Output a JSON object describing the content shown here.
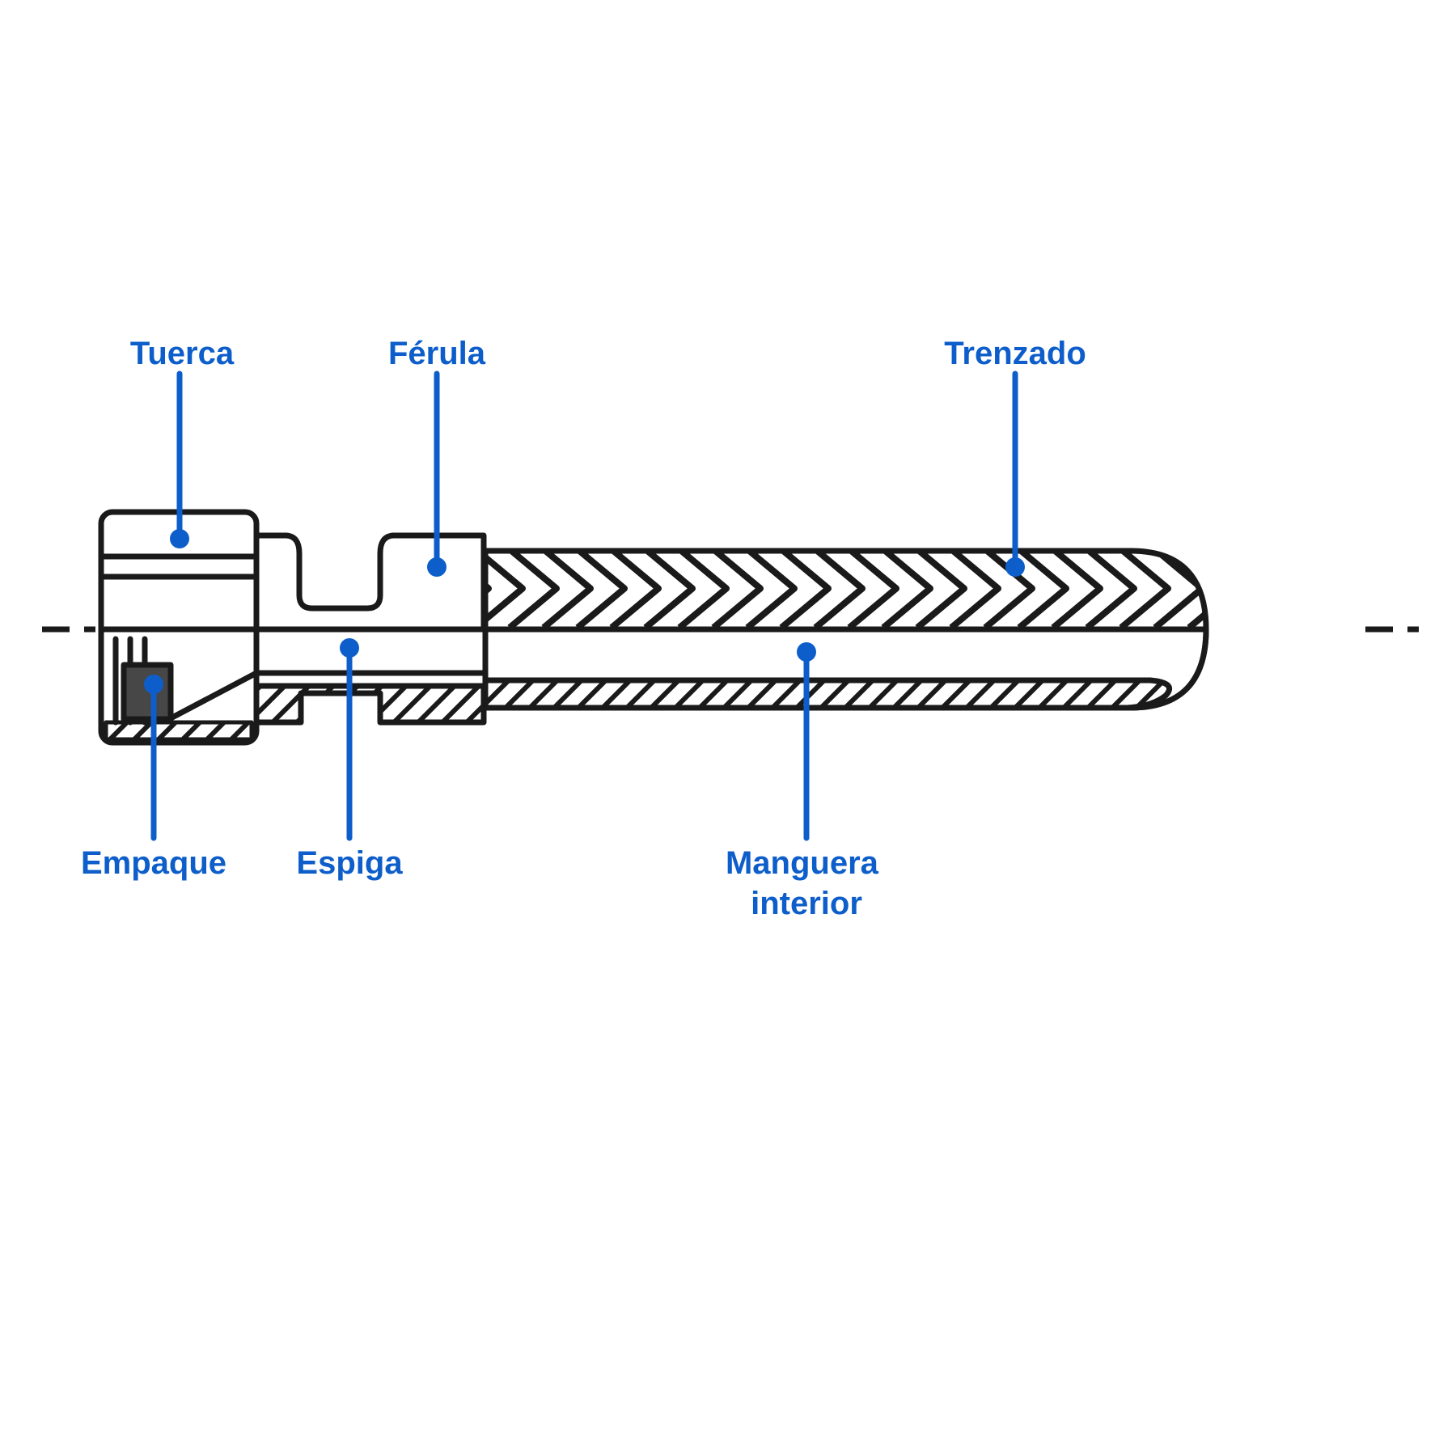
{
  "diagram": {
    "labels": {
      "tuerca": "Tuerca",
      "ferula": "Férula",
      "trenzado": "Trenzado",
      "empaque": "Empaque",
      "espiga": "Espiga",
      "manguera_interior": {
        "full": "Manguera interior",
        "lines": [
          "Manguera",
          "interior"
        ]
      }
    },
    "colors": {
      "accent_blue": "#0d5eca",
      "line_black": "#1a1a1a",
      "gasket_gray": "#474747",
      "background": "#ffffff"
    }
  }
}
